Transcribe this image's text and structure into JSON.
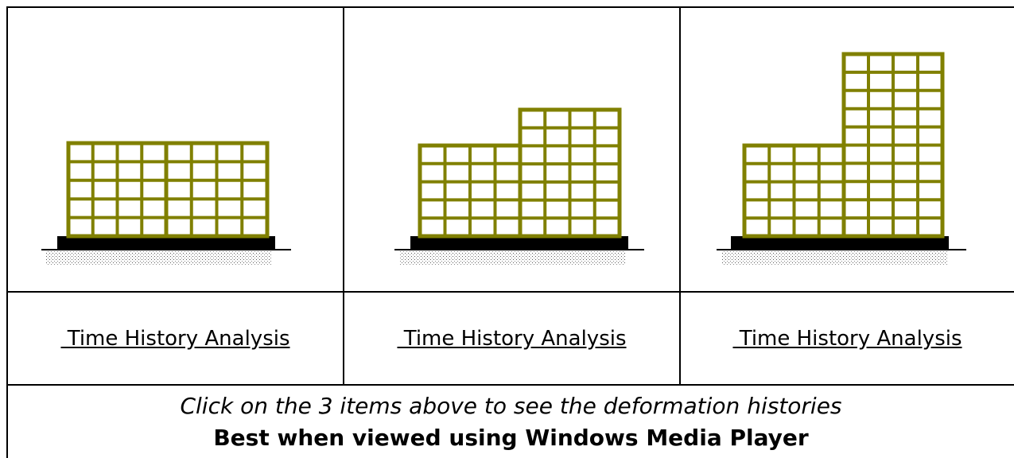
{
  "colors": {
    "frame": "#808000",
    "foundation": "#000000",
    "ground": "#000000",
    "border": "#000000"
  },
  "cells": [
    {
      "link_label": " Time History Analysis",
      "figure_icon": "two-equal-buildings-icon"
    },
    {
      "link_label": " Time History Analysis",
      "figure_icon": "short-and-tall-building-icon"
    },
    {
      "link_label": " Time History Analysis",
      "figure_icon": "short-and-taller-building-icon"
    }
  ],
  "caption": {
    "instruction": "Click on the 3 items above to see the deformation histories",
    "note": "Best when viewed using Windows Media Player"
  }
}
